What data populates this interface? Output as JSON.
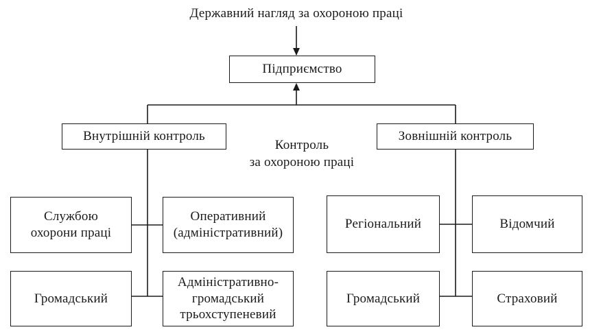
{
  "top_label": "Державний нагляд за охороною праці",
  "center_label": "Контроль\nза охороною праці",
  "nodes": {
    "enterprise": "Підприємство",
    "internal": "Внутрішній контроль",
    "external": "Зовнішній контроль",
    "labor_safety_service": "Службою\nохорони праці",
    "operational": "Оперативний\n(адміністративний)",
    "internal_public": "Громадський",
    "three_stage": "Адміністративно-\nгромадський\nтрьохступеневий",
    "regional": "Регіональний",
    "departmental": "Відомчий",
    "external_public": "Громадський",
    "insurance": "Страховий"
  }
}
